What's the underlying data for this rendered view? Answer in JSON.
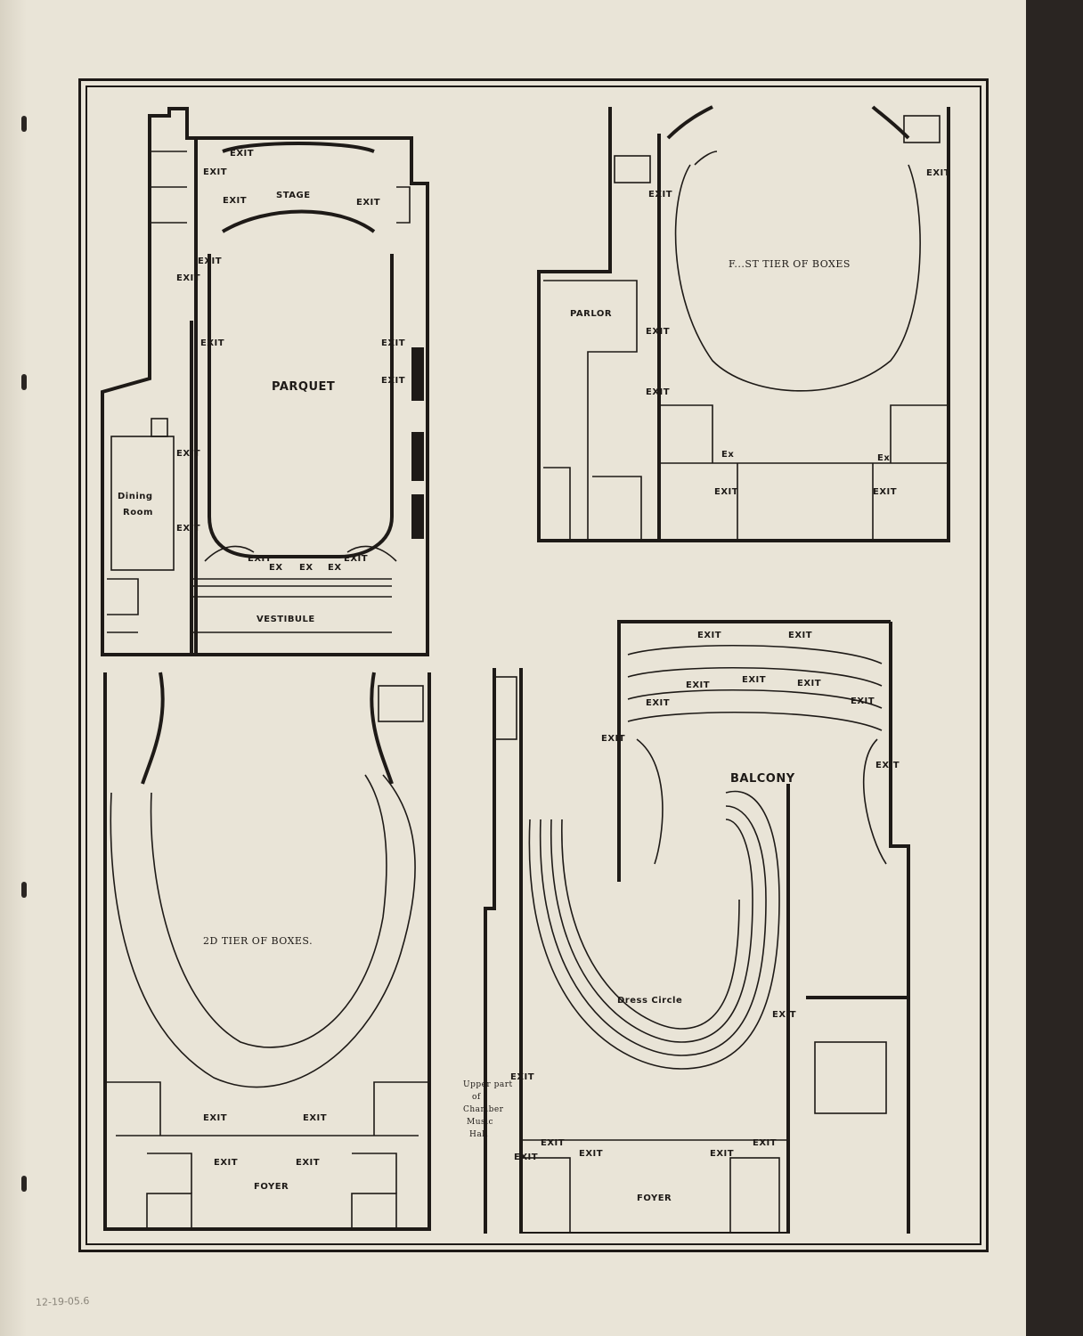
{
  "plans": {
    "parquet": {
      "stage": "STAGE",
      "parquet": "PARQUET",
      "dining_room_line1": "Dining",
      "dining_room_line2": "Room",
      "vestibule": "VESTIBULE",
      "exit": "EXIT",
      "ex": "EX"
    },
    "first_tier": {
      "title": "F...ST TIER OF BOXES",
      "parlor": "PARLOR",
      "exit": "EXIT",
      "ex": "Ex"
    },
    "second_tier": {
      "title": "2D TIER OF BOXES.",
      "foyer": "FOYER",
      "exit": "EXIT"
    },
    "balcony": {
      "balcony": "BALCONY",
      "exit": "EXIT",
      "dress_circle": "Dress Circle",
      "foyer": "FOYER",
      "upper_part_line1": "Upper part",
      "upper_part_line2": "of",
      "upper_part_line3": "Chamber",
      "upper_part_line4": "Music",
      "upper_part_line5": "Hall"
    }
  },
  "pencil_note": "12-19-05.6"
}
